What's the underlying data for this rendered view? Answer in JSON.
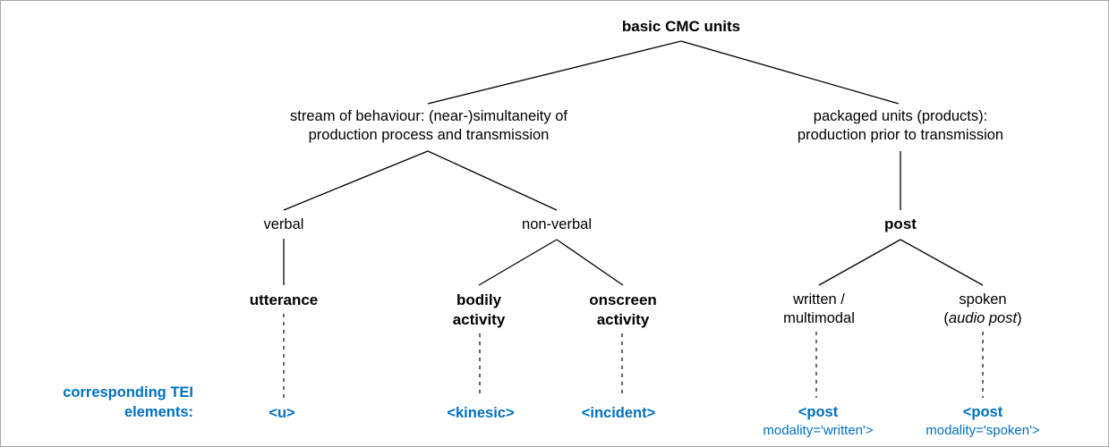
{
  "diagram": {
    "title": "basic CMC units",
    "border_color": "#a6a6a6",
    "line_color": "#000000",
    "tei_color": "#0070c0",
    "nodes": {
      "root": "basic CMC units",
      "stream": "stream of behaviour: (near-)simultaneity of\nproduction process and transmission",
      "packaged": "packaged units (products):\nproduction prior to transmission",
      "verbal": "verbal",
      "nonverbal": "non-verbal",
      "post": "post",
      "utterance": "utterance",
      "bodily": "bodily\nactivity",
      "onscreen": "onscreen\nactivity",
      "written": "written /\nmultimodal",
      "spoken_line1": "spoken",
      "spoken_line2_open": "(",
      "spoken_line2_italic": "audio post",
      "spoken_line2_close": ")"
    },
    "tei": {
      "caption": "corresponding TEI\nelements:",
      "u": "<u>",
      "kinesic": "<kinesic>",
      "incident": "<incident>",
      "post_written_line1": "<post",
      "post_written_line2": "modality='written'>",
      "post_spoken_line1": "<post",
      "post_spoken_line2": "modality='spoken'>"
    }
  }
}
